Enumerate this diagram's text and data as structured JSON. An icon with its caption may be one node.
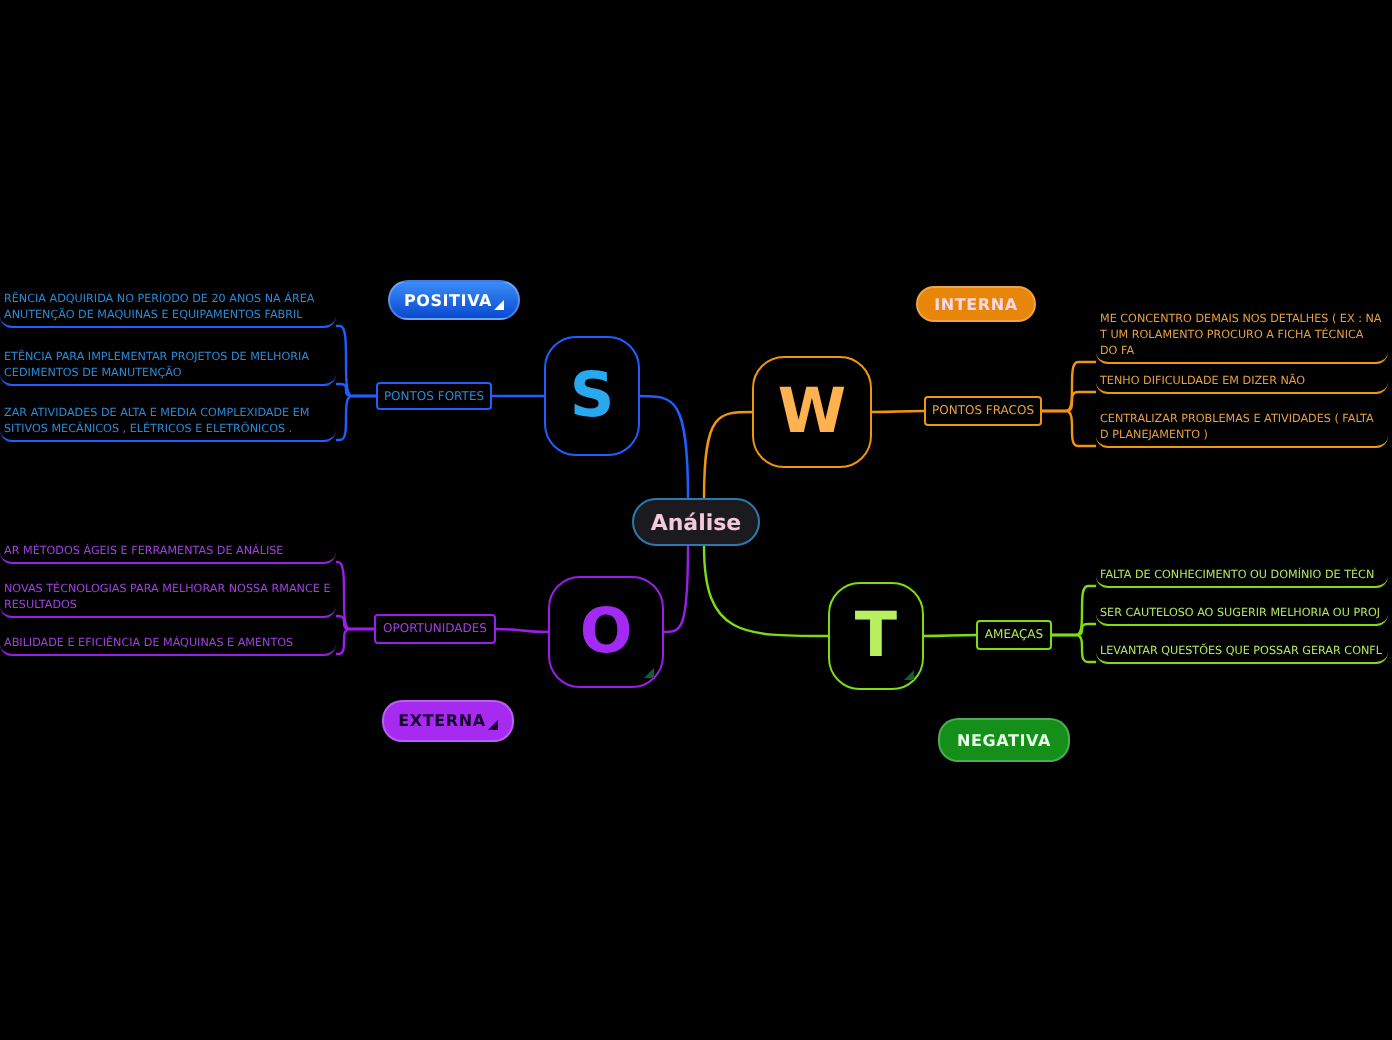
{
  "diagram": {
    "nodes": [
      {
        "text": [
          "Análise"
        ]
      },
      {
        "text": [
          "S"
        ]
      },
      {
        "text": [
          "PONTOS FORTES"
        ]
      },
      {
        "text": [
          "RÊNCIA ADQUIRIDA NO PERÍODO DE 20 ANOS NA ÁREA ANUTENÇÃO DE MAQUINAS E EQUIPAMENTOS FABRIL"
        ]
      },
      {
        "text": [
          "ETÊNCIA PARA IMPLEMENTAR PROJETOS DE MELHORIA CEDIMENTOS DE MANUTENÇÃO"
        ]
      },
      {
        "text": [
          "ZAR ATIVIDADES DE ALTA E MEDIA COMPLEXIDADE EM SITIVOS MECÂNICOS , ELÉTRICOS E ELETRÔNICOS ."
        ]
      },
      {
        "text": [
          "W"
        ]
      },
      {
        "text": [
          "PONTOS FRACOS"
        ]
      },
      {
        "text": [
          "ME CONCENTRO DEMAIS NOS DETALHES ( EX : NA T UM ROLAMENTO PROCURO A FICHA TÉCNICA DO FA"
        ]
      },
      {
        "text": [
          "TENHO DIFICULDADE EM DIZER NÃO"
        ]
      },
      {
        "text": [
          "CENTRALIZAR PROBLEMAS E ATIVIDADES ( FALTA D PLANEJAMENTO )"
        ]
      },
      {
        "text": [
          "O"
        ]
      },
      {
        "text": [
          "OPORTUNIDADES"
        ]
      },
      {
        "text": [
          "AR MÉTODOS ÁGEIS E FERRAMENTAS DE ANÁLISE"
        ]
      },
      {
        "text": [
          "NOVAS TÉCNOLOGIAS PARA MELHORAR NOSSA RMANCE E RESULTADOS"
        ]
      },
      {
        "text": [
          "ABILIDADE E EFICIÊNCIA DE MÁQUINAS E AMENTOS"
        ]
      },
      {
        "text": [
          "T"
        ]
      },
      {
        "text": [
          "AMEAÇAS"
        ]
      },
      {
        "text": [
          "FALTA DE CONHECIMENTO OU DOMÍNIO DE TÉCN"
        ]
      },
      {
        "text": [
          "SER CAUTELOSO AO SUGERIR MELHORIA OU PROJ"
        ]
      },
      {
        "text": [
          "LEVANTAR QUESTÕES QUE POSSAR GERAR CONFL"
        ]
      },
      {
        "text": [
          "POSITIVA"
        ]
      },
      {
        "text": [
          "INTERNA"
        ]
      },
      {
        "text": [
          "EXTERNA"
        ]
      },
      {
        "text": [
          "NEGATIVA"
        ]
      }
    ],
    "edges": [
      {
        "from": 0,
        "to": 1,
        "arrow": "none",
        "color": "#1f5fff"
      },
      {
        "from": 1,
        "to": 2,
        "arrow": "none",
        "color": "#1f5fff"
      },
      {
        "from": 2,
        "to": 3,
        "arrow": "none",
        "color": "#1f5fff"
      },
      {
        "from": 2,
        "to": 4,
        "arrow": "none",
        "color": "#1f5fff"
      },
      {
        "from": 2,
        "to": 5,
        "arrow": "none",
        "color": "#1f5fff"
      },
      {
        "from": 0,
        "to": 6,
        "arrow": "none",
        "color": "#f0960c"
      },
      {
        "from": 6,
        "to": 7,
        "arrow": "none",
        "color": "#f0960c"
      },
      {
        "from": 7,
        "to": 8,
        "arrow": "none",
        "color": "#f0960c"
      },
      {
        "from": 7,
        "to": 9,
        "arrow": "none",
        "color": "#f0960c"
      },
      {
        "from": 7,
        "to": 10,
        "arrow": "none",
        "color": "#f0960c"
      },
      {
        "from": 0,
        "to": 11,
        "arrow": "none",
        "color": "#9a1ee8"
      },
      {
        "from": 11,
        "to": 12,
        "arrow": "none",
        "color": "#9a1ee8"
      },
      {
        "from": 12,
        "to": 13,
        "arrow": "none",
        "color": "#9a1ee8"
      },
      {
        "from": 12,
        "to": 14,
        "arrow": "none",
        "color": "#9a1ee8"
      },
      {
        "from": 12,
        "to": 15,
        "arrow": "none",
        "color": "#9a1ee8"
      },
      {
        "from": 0,
        "to": 16,
        "arrow": "none",
        "color": "#7fdc10"
      },
      {
        "from": 16,
        "to": 17,
        "arrow": "none",
        "color": "#7fdc10"
      },
      {
        "from": 17,
        "to": 18,
        "arrow": "none",
        "color": "#7fdc10"
      },
      {
        "from": 17,
        "to": 19,
        "arrow": "none",
        "color": "#7fdc10"
      },
      {
        "from": 17,
        "to": 20,
        "arrow": "none",
        "color": "#7fdc10"
      }
    ]
  }
}
